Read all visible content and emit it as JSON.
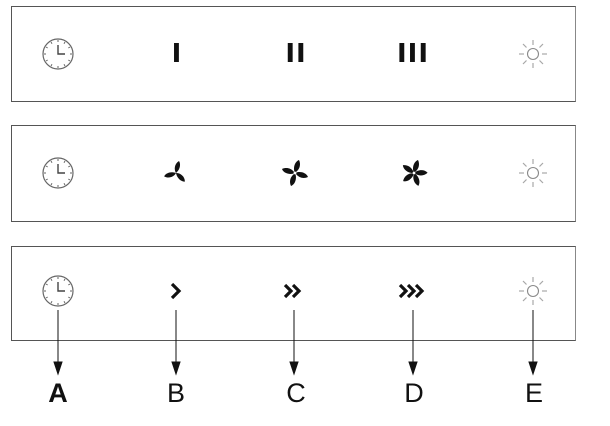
{
  "panels": [
    {
      "style": "roman-numerals",
      "buttons": [
        {
          "id": "A",
          "icon": "timer-clock-icon"
        },
        {
          "id": "B",
          "icon": "speed-1-icon",
          "label": "I"
        },
        {
          "id": "C",
          "icon": "speed-2-icon",
          "label": "II"
        },
        {
          "id": "D",
          "icon": "speed-3-icon",
          "label": "III"
        },
        {
          "id": "E",
          "icon": "light-icon"
        }
      ]
    },
    {
      "style": "fan-symbols",
      "buttons": [
        {
          "id": "A",
          "icon": "timer-clock-icon"
        },
        {
          "id": "B",
          "icon": "fan-speed-1-icon"
        },
        {
          "id": "C",
          "icon": "fan-speed-2-icon"
        },
        {
          "id": "D",
          "icon": "fan-speed-3-icon"
        },
        {
          "id": "E",
          "icon": "light-icon"
        }
      ]
    },
    {
      "style": "chevrons",
      "buttons": [
        {
          "id": "A",
          "icon": "timer-clock-icon"
        },
        {
          "id": "B",
          "icon": "single-chevron-icon",
          "label": "›"
        },
        {
          "id": "C",
          "icon": "double-chevron-icon",
          "label": "»"
        },
        {
          "id": "D",
          "icon": "triple-chevron-icon",
          "label": "›››"
        },
        {
          "id": "E",
          "icon": "light-icon"
        }
      ]
    }
  ],
  "callouts": [
    "A",
    "B",
    "C",
    "D",
    "E"
  ],
  "colors": {
    "icon": "#111111",
    "light_icon": "#9a9a9a",
    "panel_border": "#555555"
  }
}
